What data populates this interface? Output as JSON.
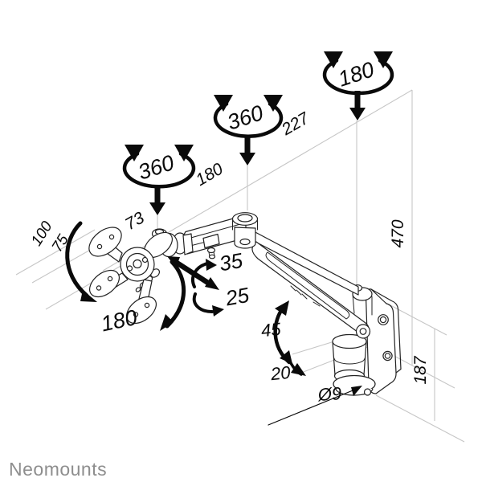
{
  "brand": "Neomounts",
  "colors": {
    "outline": "#222222",
    "dimension_lines": "#c6c6c6",
    "annotations": "#0a0a0a",
    "brand_text": "#8e8e8e",
    "background": "#ffffff"
  },
  "labels": {
    "rotation_head": "360",
    "rotation_elbow": "360",
    "rotation_wall": "180",
    "dim_vesa_to_head": "73",
    "dim_head_to_elbow": "180",
    "dim_elbow_to_wall": "227",
    "dim_vesa_height": "100",
    "dim_vesa_holes": "75",
    "angle_tilt_up": "35",
    "angle_tilt_down": "25",
    "rotation_vesa": "180",
    "angle_arm_up": "45",
    "angle_arm_down": "20",
    "dim_hole_diameter": "Ø9",
    "dim_total_height": "470",
    "dim_plate_height": "187"
  }
}
